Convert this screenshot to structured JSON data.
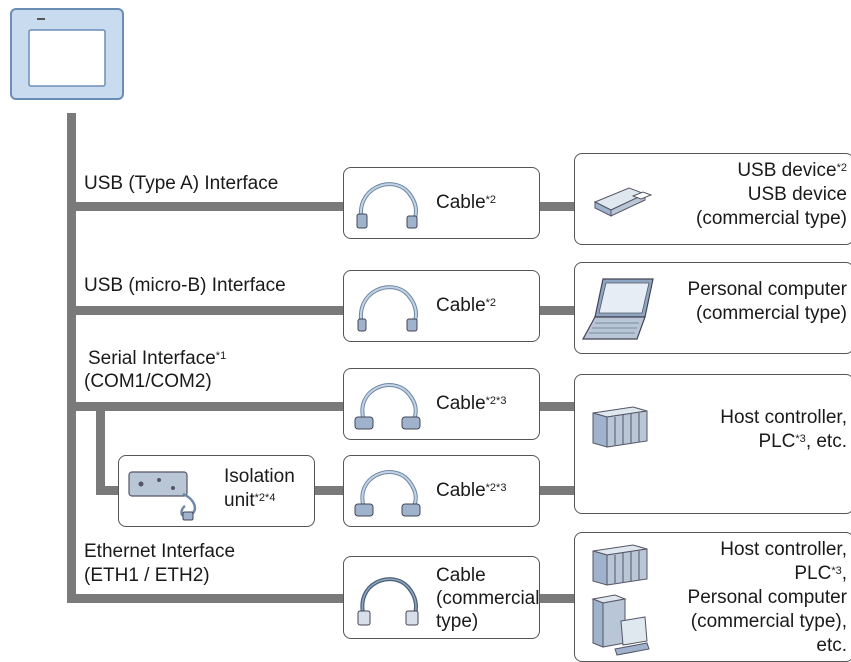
{
  "title": "",
  "colors": {
    "line": "#7a7a7a",
    "panel_bezel": "#c9dcef",
    "panel_border": "#6b8db5",
    "cable": "#8ea6c2",
    "device": "#b8c6d6"
  },
  "interfaces": {
    "usb_a": "USB (Type A) Interface",
    "usb_micro": "USB (micro-B) Interface",
    "serial_l1": "Serial Interface",
    "serial_sup": "*1",
    "serial_l2": "(COM1/COM2)",
    "ethernet_l1": "Ethernet Interface",
    "ethernet_l2": "(ETH1 / ETH2)"
  },
  "cables": {
    "c1": {
      "text": "Cable",
      "sup": "*2"
    },
    "c2": {
      "text": "Cable",
      "sup": "*2"
    },
    "c3": {
      "text": "Cable",
      "sup": "*2*3"
    },
    "c4": {
      "text": "Cable",
      "sup": "*2*3"
    },
    "c5": {
      "l1": "Cable",
      "l2": "(commercial",
      "l3": "type)"
    }
  },
  "isolation": {
    "l1": "Isolation",
    "l2": "unit",
    "sup": "*2*4"
  },
  "devices": {
    "usb": {
      "l1": "USB device",
      "l1_sup": "*2",
      "l2": "USB device",
      "l3": "(commercial type)"
    },
    "pc": {
      "l1": "Personal computer",
      "l2": "(commercial type)"
    },
    "host": {
      "l1": "Host controller,",
      "l2a": "PLC",
      "l2_sup": "*3",
      "l2b": ", etc."
    },
    "eth": {
      "l1": "Host controller,",
      "l2a": "PLC",
      "l2_sup": "*3",
      "l2b": ",",
      "l3": "Personal computer",
      "l4": "(commercial type),",
      "l5": "etc."
    }
  },
  "icons": [
    "touch-panel-icon",
    "cable-icon",
    "usb-stick-icon",
    "laptop-icon",
    "plc-icon",
    "isolation-unit-icon",
    "desktop-pc-icon"
  ]
}
